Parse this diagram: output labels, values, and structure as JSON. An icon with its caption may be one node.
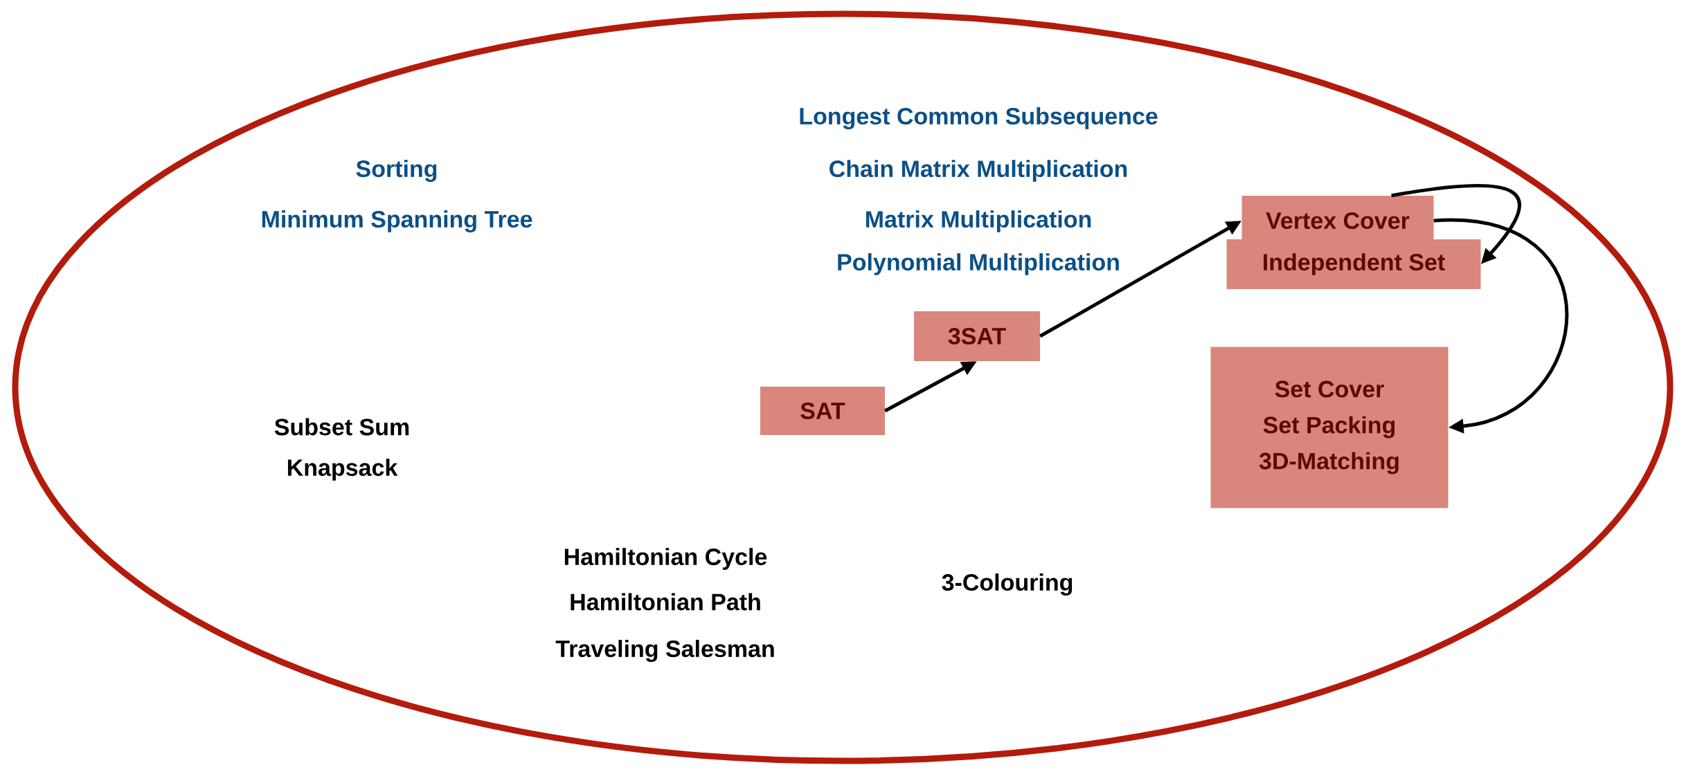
{
  "diagram": {
    "nodes": [
      {
        "text": [
          "Vertex Cover"
        ]
      },
      {
        "text": [
          "Independent Set"
        ]
      },
      {
        "text": [
          "3SAT"
        ]
      },
      {
        "text": [
          "Set Cover",
          "Set Packing",
          "3D-Matching"
        ]
      },
      {
        "text": [
          "SAT"
        ]
      }
    ],
    "edges": [
      {
        "from": 4,
        "to": 2,
        "arrow": "to"
      },
      {
        "from": 2,
        "to": 0,
        "arrow": "to"
      },
      {
        "from": 0,
        "to": 1,
        "arrow": "to"
      },
      {
        "from": 0,
        "to": 3,
        "arrow": "to"
      }
    ],
    "labels": [
      "Longest Common Subsequence",
      "Sorting",
      "Chain Matrix Multiplication",
      "Minimum Spanning Tree",
      "Matrix Multiplication",
      "Polynomial Multiplication",
      "Subset Sum",
      "Knapsack",
      "Hamiltonian Cycle",
      "3-Colouring",
      "Hamiltonian Path",
      "Traveling Salesman"
    ]
  }
}
